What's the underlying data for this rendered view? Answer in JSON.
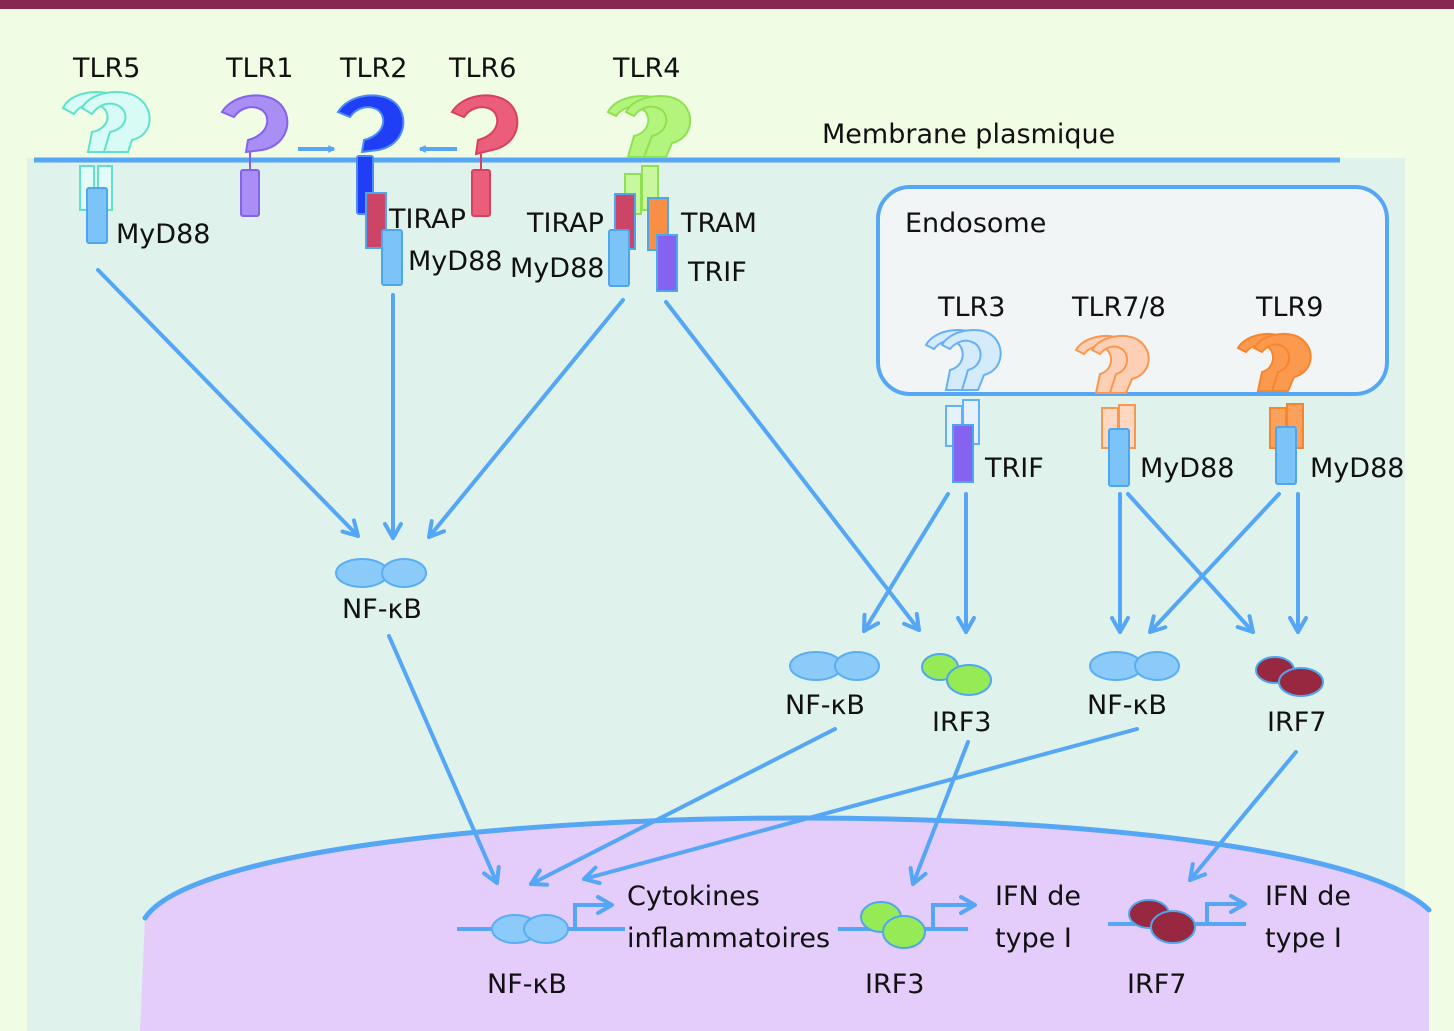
{
  "title": "Voies de signalisation des récepteurs Toll-like (TLR)",
  "colors": {
    "header_bar": "#872852",
    "outer_background": "#f0fde4",
    "cytoplasm": "#e0f2ec",
    "nucleus": "#e4cdfb",
    "membrane": "#55a6f5",
    "endosome_fill": "#f2f5f6",
    "arrow": "#55a6f5"
  },
  "membrane": {
    "label": "Membrane plasmique"
  },
  "endosome": {
    "label": "Endosome"
  },
  "surface_receptors": [
    {
      "id": "tlr5",
      "label": "TLR5",
      "color": "#7fe8d8",
      "dimer": true
    },
    {
      "id": "tlr1",
      "label": "TLR1",
      "color": "#9b7bf2",
      "dimer": false
    },
    {
      "id": "tlr2",
      "label": "TLR2",
      "color": "#1f3ef5",
      "dimer": false
    },
    {
      "id": "tlr6",
      "label": "TLR6",
      "color": "#e8526f",
      "dimer": false
    },
    {
      "id": "tlr4",
      "label": "TLR4",
      "color": "#9df060",
      "dimer": true
    }
  ],
  "endosomal_receptors": [
    {
      "id": "tlr3",
      "label": "TLR3",
      "color": "#bde0fb",
      "dimer": true
    },
    {
      "id": "tlr78",
      "label": "TLR7/8",
      "color": "#fcc2a0",
      "dimer": true
    },
    {
      "id": "tlr9",
      "label": "TLR9",
      "color": "#fb9446",
      "dimer": true
    }
  ],
  "adaptors": {
    "myd88": {
      "label": "MyD88",
      "color": "#7cc3f8"
    },
    "tirap": {
      "label": "TIRAP",
      "color": "#cc4466"
    },
    "tram": {
      "label": "TRAM",
      "color": "#f98f45"
    },
    "trif": {
      "label": "TRIF",
      "color": "#8562f0"
    }
  },
  "transcription_factors": {
    "nfkb": {
      "label": "NF-κB",
      "color": "#7cc3f8"
    },
    "irf3": {
      "label": "IRF3",
      "color": "#95ea56"
    },
    "irf7": {
      "label": "IRF7",
      "color": "#97283f"
    }
  },
  "nucleus_outputs": [
    {
      "factor": "NF-κB",
      "gene_line1": "Cytokines",
      "gene_line2": "inflammatoires"
    },
    {
      "factor": "IRF3",
      "gene_line1": "IFN de",
      "gene_line2": "type I"
    },
    {
      "factor": "IRF7",
      "gene_line1": "IFN de",
      "gene_line2": "type I"
    }
  ],
  "pathways": [
    {
      "from": "TLR5 / MyD88",
      "to": "NF-κB"
    },
    {
      "from": "TLR2 / TIRAP / MyD88",
      "to": "NF-κB"
    },
    {
      "from": "TLR4 / TIRAP / MyD88",
      "to": "NF-κB"
    },
    {
      "from": "TLR4 / TRAM / TRIF",
      "to": "IRF3"
    },
    {
      "from": "TLR3 / TRIF",
      "to": "NF-κB"
    },
    {
      "from": "TLR3 / TRIF",
      "to": "IRF3"
    },
    {
      "from": "TLR7/8 / MyD88",
      "to": "NF-κB"
    },
    {
      "from": "TLR7/8 / MyD88",
      "to": "IRF7"
    },
    {
      "from": "TLR9 / MyD88",
      "to": "NF-κB"
    },
    {
      "from": "TLR9 / MyD88",
      "to": "IRF7"
    }
  ]
}
